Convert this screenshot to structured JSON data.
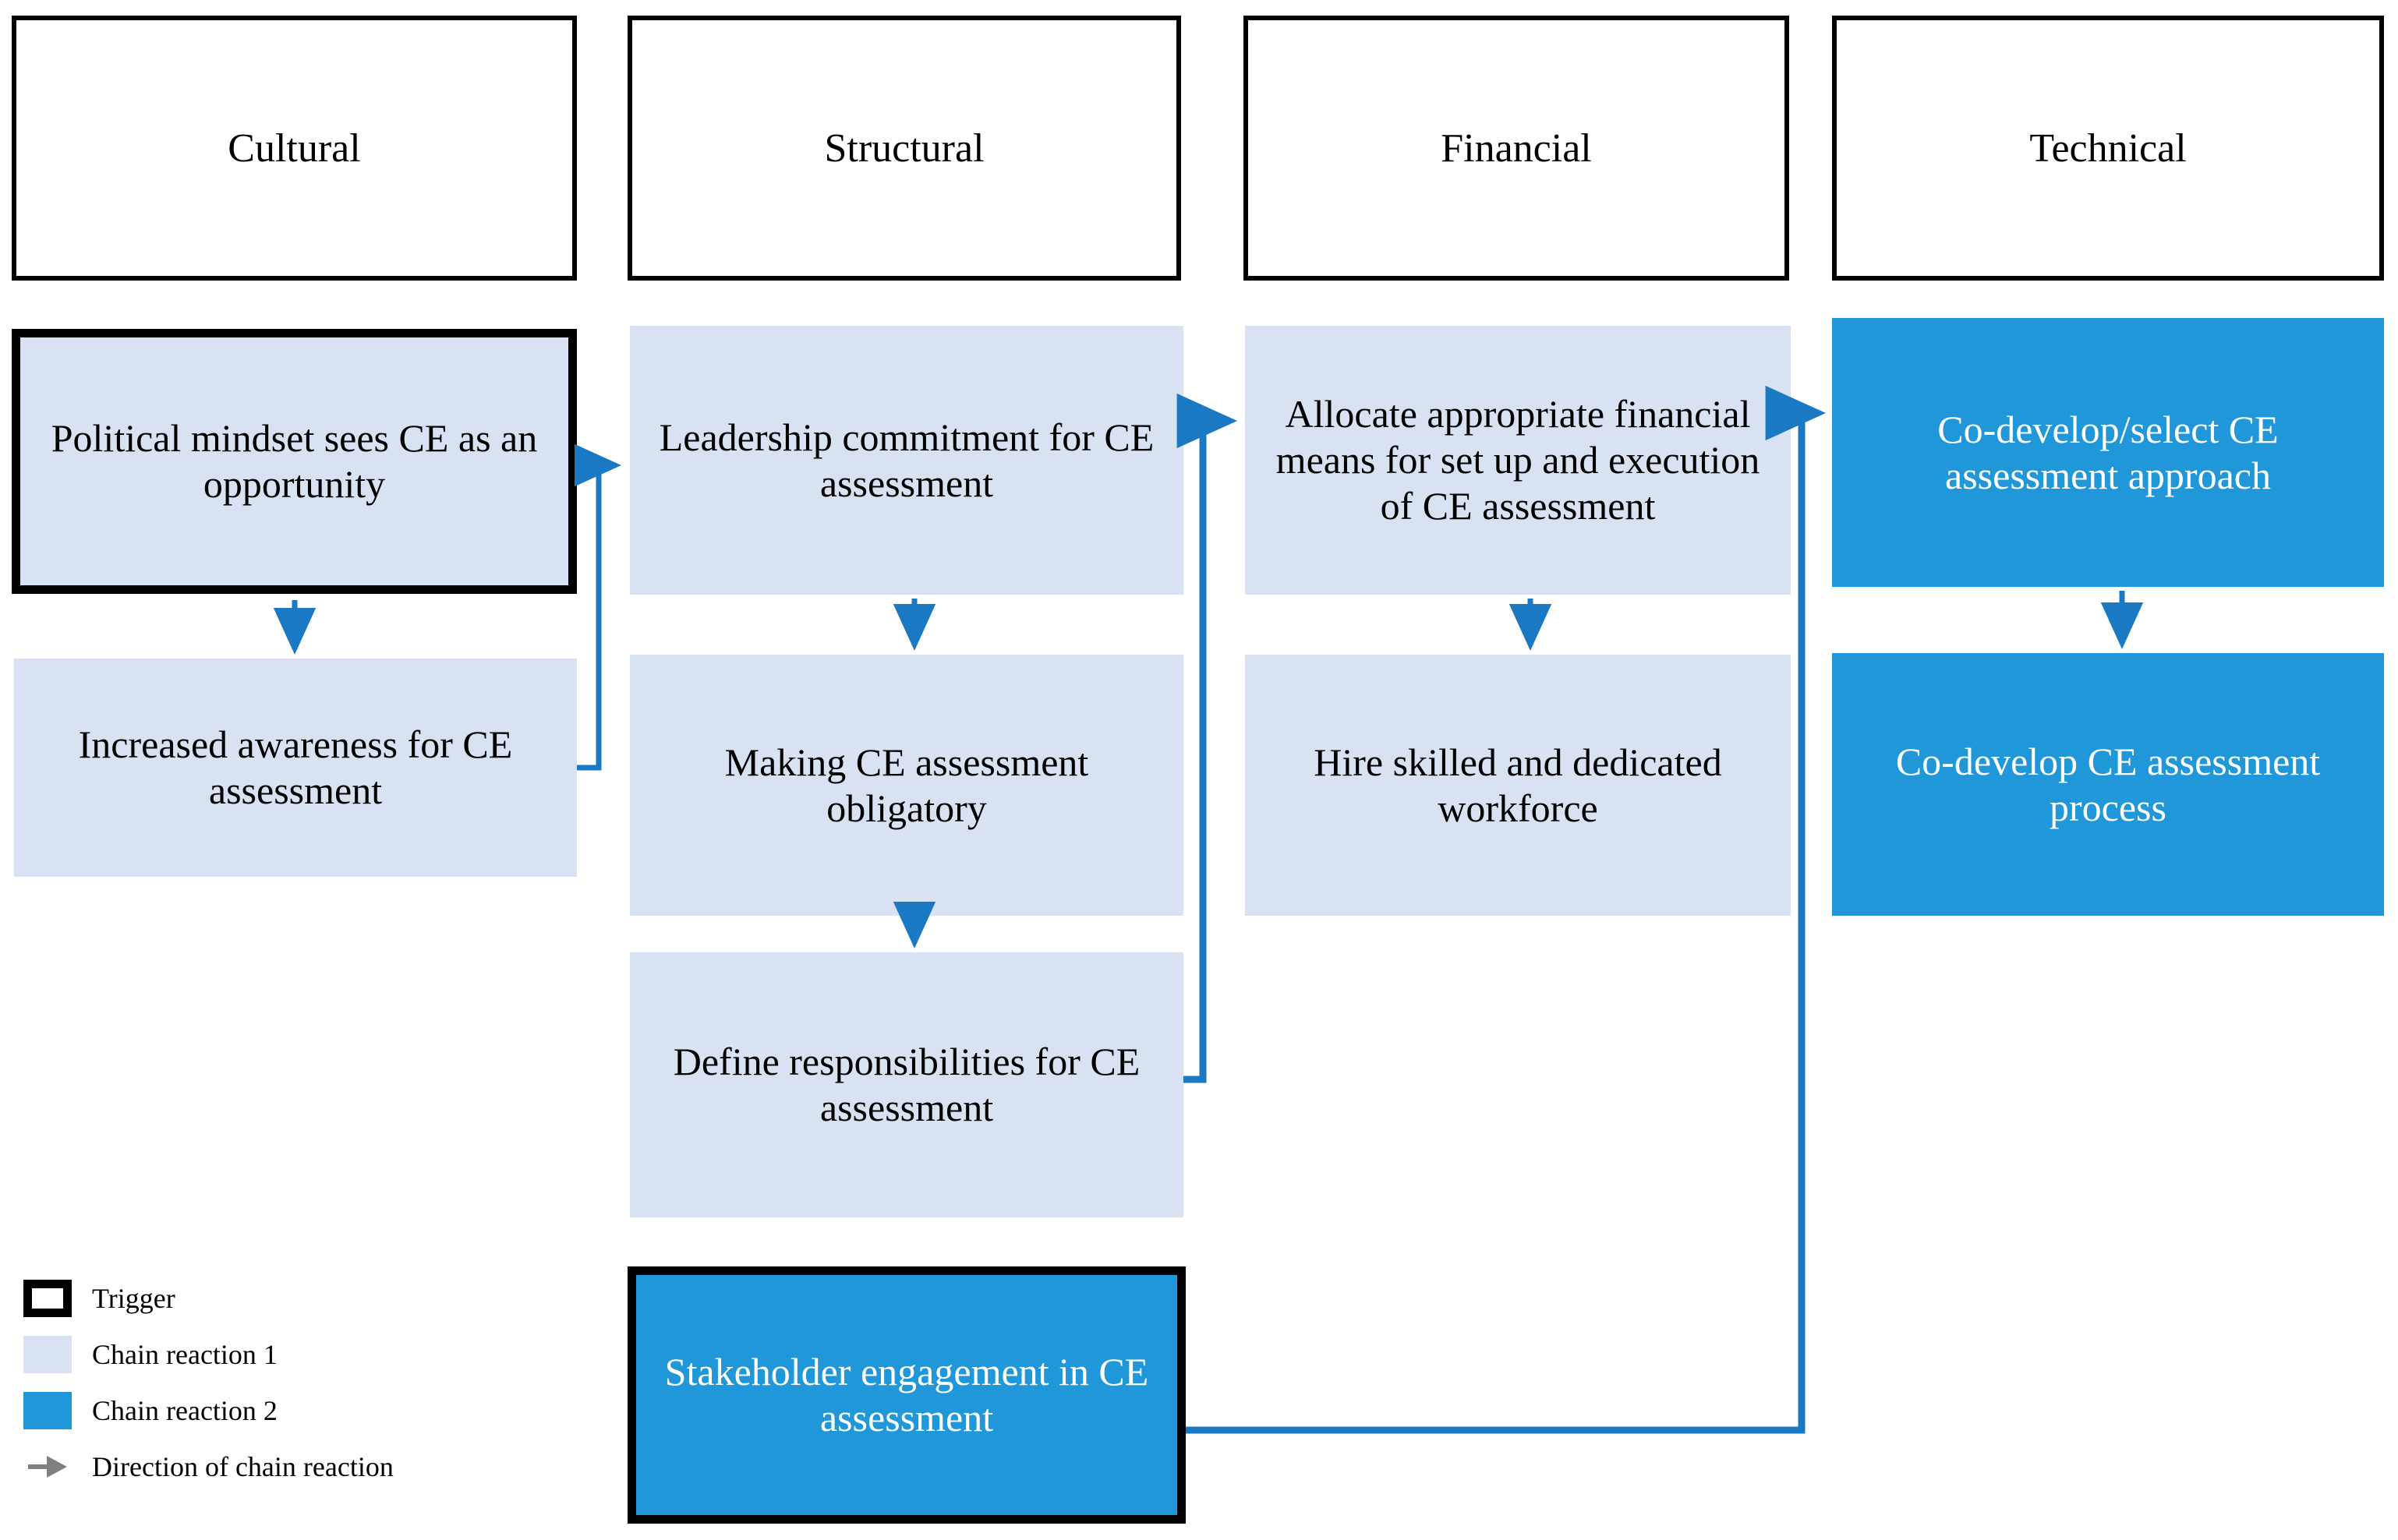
{
  "diagram": {
    "columns": [
      {
        "id": "cultural",
        "label": "Cultural"
      },
      {
        "id": "structural",
        "label": "Structural"
      },
      {
        "id": "financial",
        "label": "Financial"
      },
      {
        "id": "technical",
        "label": "Technical"
      }
    ],
    "nodes": {
      "cultural_1": "Political mindset sees CE as an opportunity",
      "cultural_2": "Increased awareness for CE assessment",
      "structural_1": "Leadership commitment for CE assessment",
      "structural_2": "Making CE assessment obligatory",
      "structural_3": "Define responsibilities for CE assessment",
      "structural_4": "Stakeholder engagement in CE assessment",
      "financial_1": "Allocate appropriate financial means for set up and execution of CE assessment",
      "financial_2": "Hire skilled and dedicated workforce",
      "technical_1": "Co-develop/select CE assessment approach",
      "technical_2": "Co-develop CE assessment process"
    },
    "legend": {
      "trigger": "Trigger",
      "chain1": "Chain reaction 1",
      "chain2": "Chain reaction 2",
      "direction": "Direction of chain reaction"
    },
    "colors": {
      "chain1": "#d9e2f3",
      "chain2": "#1f97d9",
      "trigger_border": "#000000",
      "arrow": "#1b78c2",
      "legend_arrow": "#808080",
      "text_dark": "#000000",
      "text_light": "#ffffff"
    }
  }
}
